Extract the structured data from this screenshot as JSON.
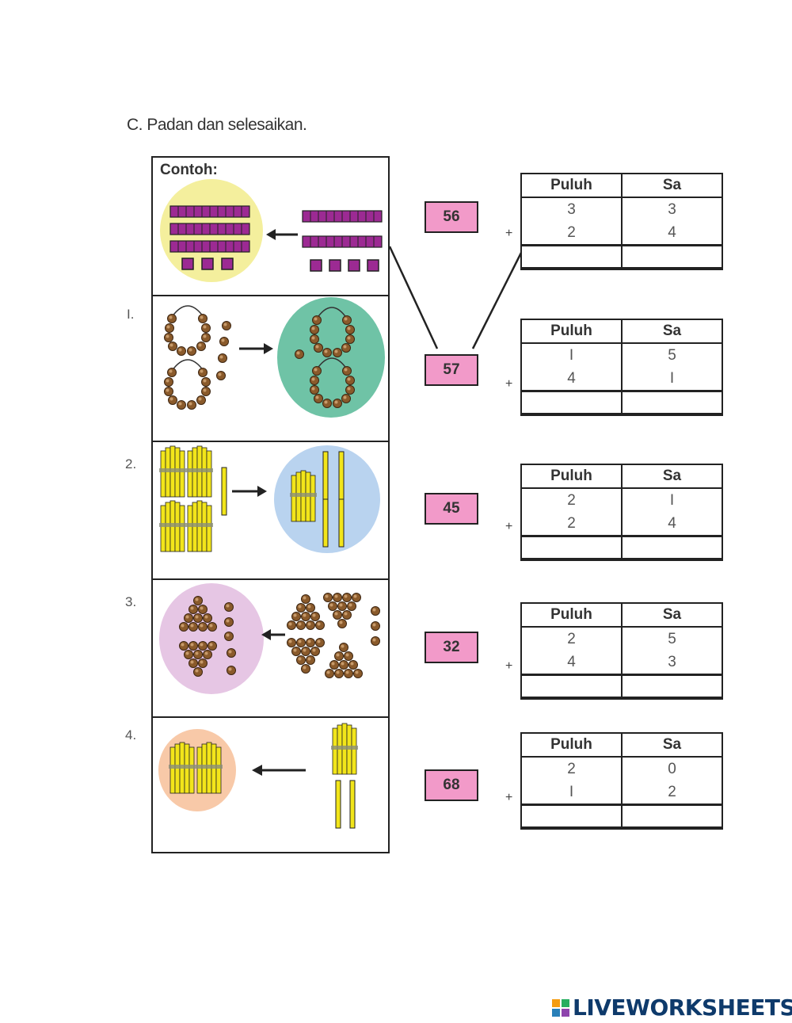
{
  "title": "C. Padan dan selesaikan.",
  "example_label": "Contoh:",
  "question_numbers": [
    "I.",
    "2.",
    "3.",
    "4."
  ],
  "number_boxes": [
    "56",
    "57",
    "45",
    "32",
    "68"
  ],
  "plus_sign": "+",
  "table_headers": {
    "tens": "Puluh",
    "ones": "Sa"
  },
  "tables": [
    {
      "rows": [
        {
          "tens": "3",
          "ones": "3"
        },
        {
          "tens": "2",
          "ones": "4"
        }
      ]
    },
    {
      "rows": [
        {
          "tens": "I",
          "ones": "5"
        },
        {
          "tens": "4",
          "ones": "I"
        }
      ]
    },
    {
      "rows": [
        {
          "tens": "2",
          "ones": "I"
        },
        {
          "tens": "2",
          "ones": "4"
        }
      ]
    },
    {
      "rows": [
        {
          "tens": "2",
          "ones": "5"
        },
        {
          "tens": "4",
          "ones": "3"
        }
      ]
    },
    {
      "rows": [
        {
          "tens": "2",
          "ones": "0"
        },
        {
          "tens": "I",
          "ones": "2"
        }
      ]
    }
  ],
  "colors": {
    "box_pink": "#f29ac9",
    "circle_yellow": "#f4ef9d",
    "circle_green": "#6fc3a6",
    "circle_blue": "#b9d3ef",
    "circle_pink": "#e6c6e4",
    "circle_peach": "#f8c9a8",
    "block_purple": "#9c2a93",
    "bead_brown": "#8a5a2b",
    "stick_yellow": "#f2e51a"
  },
  "logo": {
    "text": "LIVEWORKSHEETS"
  }
}
